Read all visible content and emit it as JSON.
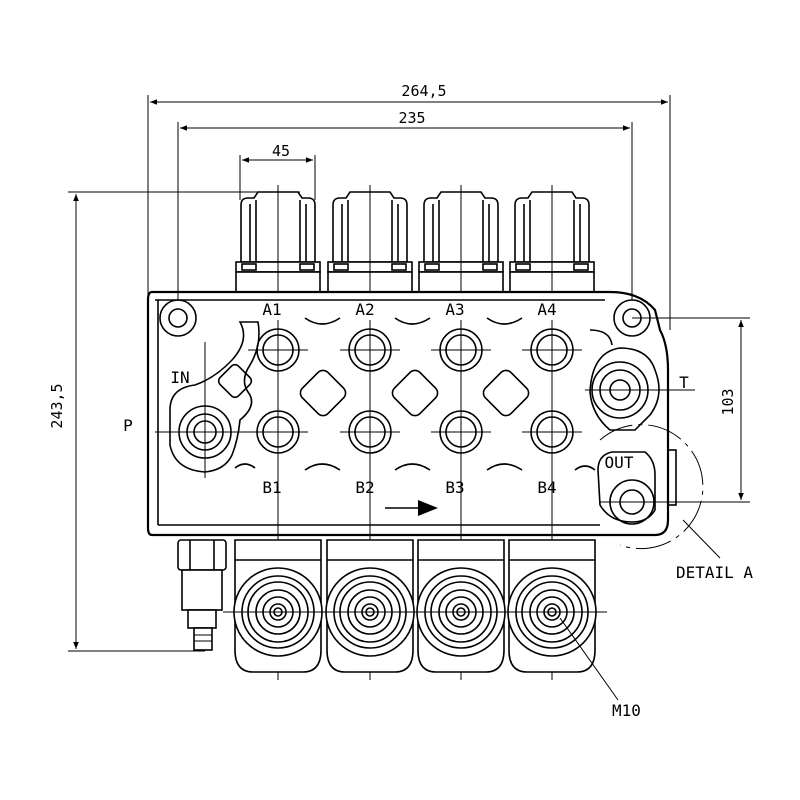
{
  "dimensions": {
    "overall_width": "264,5",
    "hole_spacing": "235",
    "spool_pitch": "45",
    "overall_height": "243,5",
    "port_spacing": "103"
  },
  "ports": {
    "a": [
      "A1",
      "A2",
      "A3",
      "A4"
    ],
    "b": [
      "B1",
      "B2",
      "B3",
      "B4"
    ],
    "inlet": "IN",
    "pressure": "P",
    "tank": "T",
    "outlet": "OUT"
  },
  "callouts": {
    "detail": "DETAIL A",
    "thread": "M10"
  }
}
